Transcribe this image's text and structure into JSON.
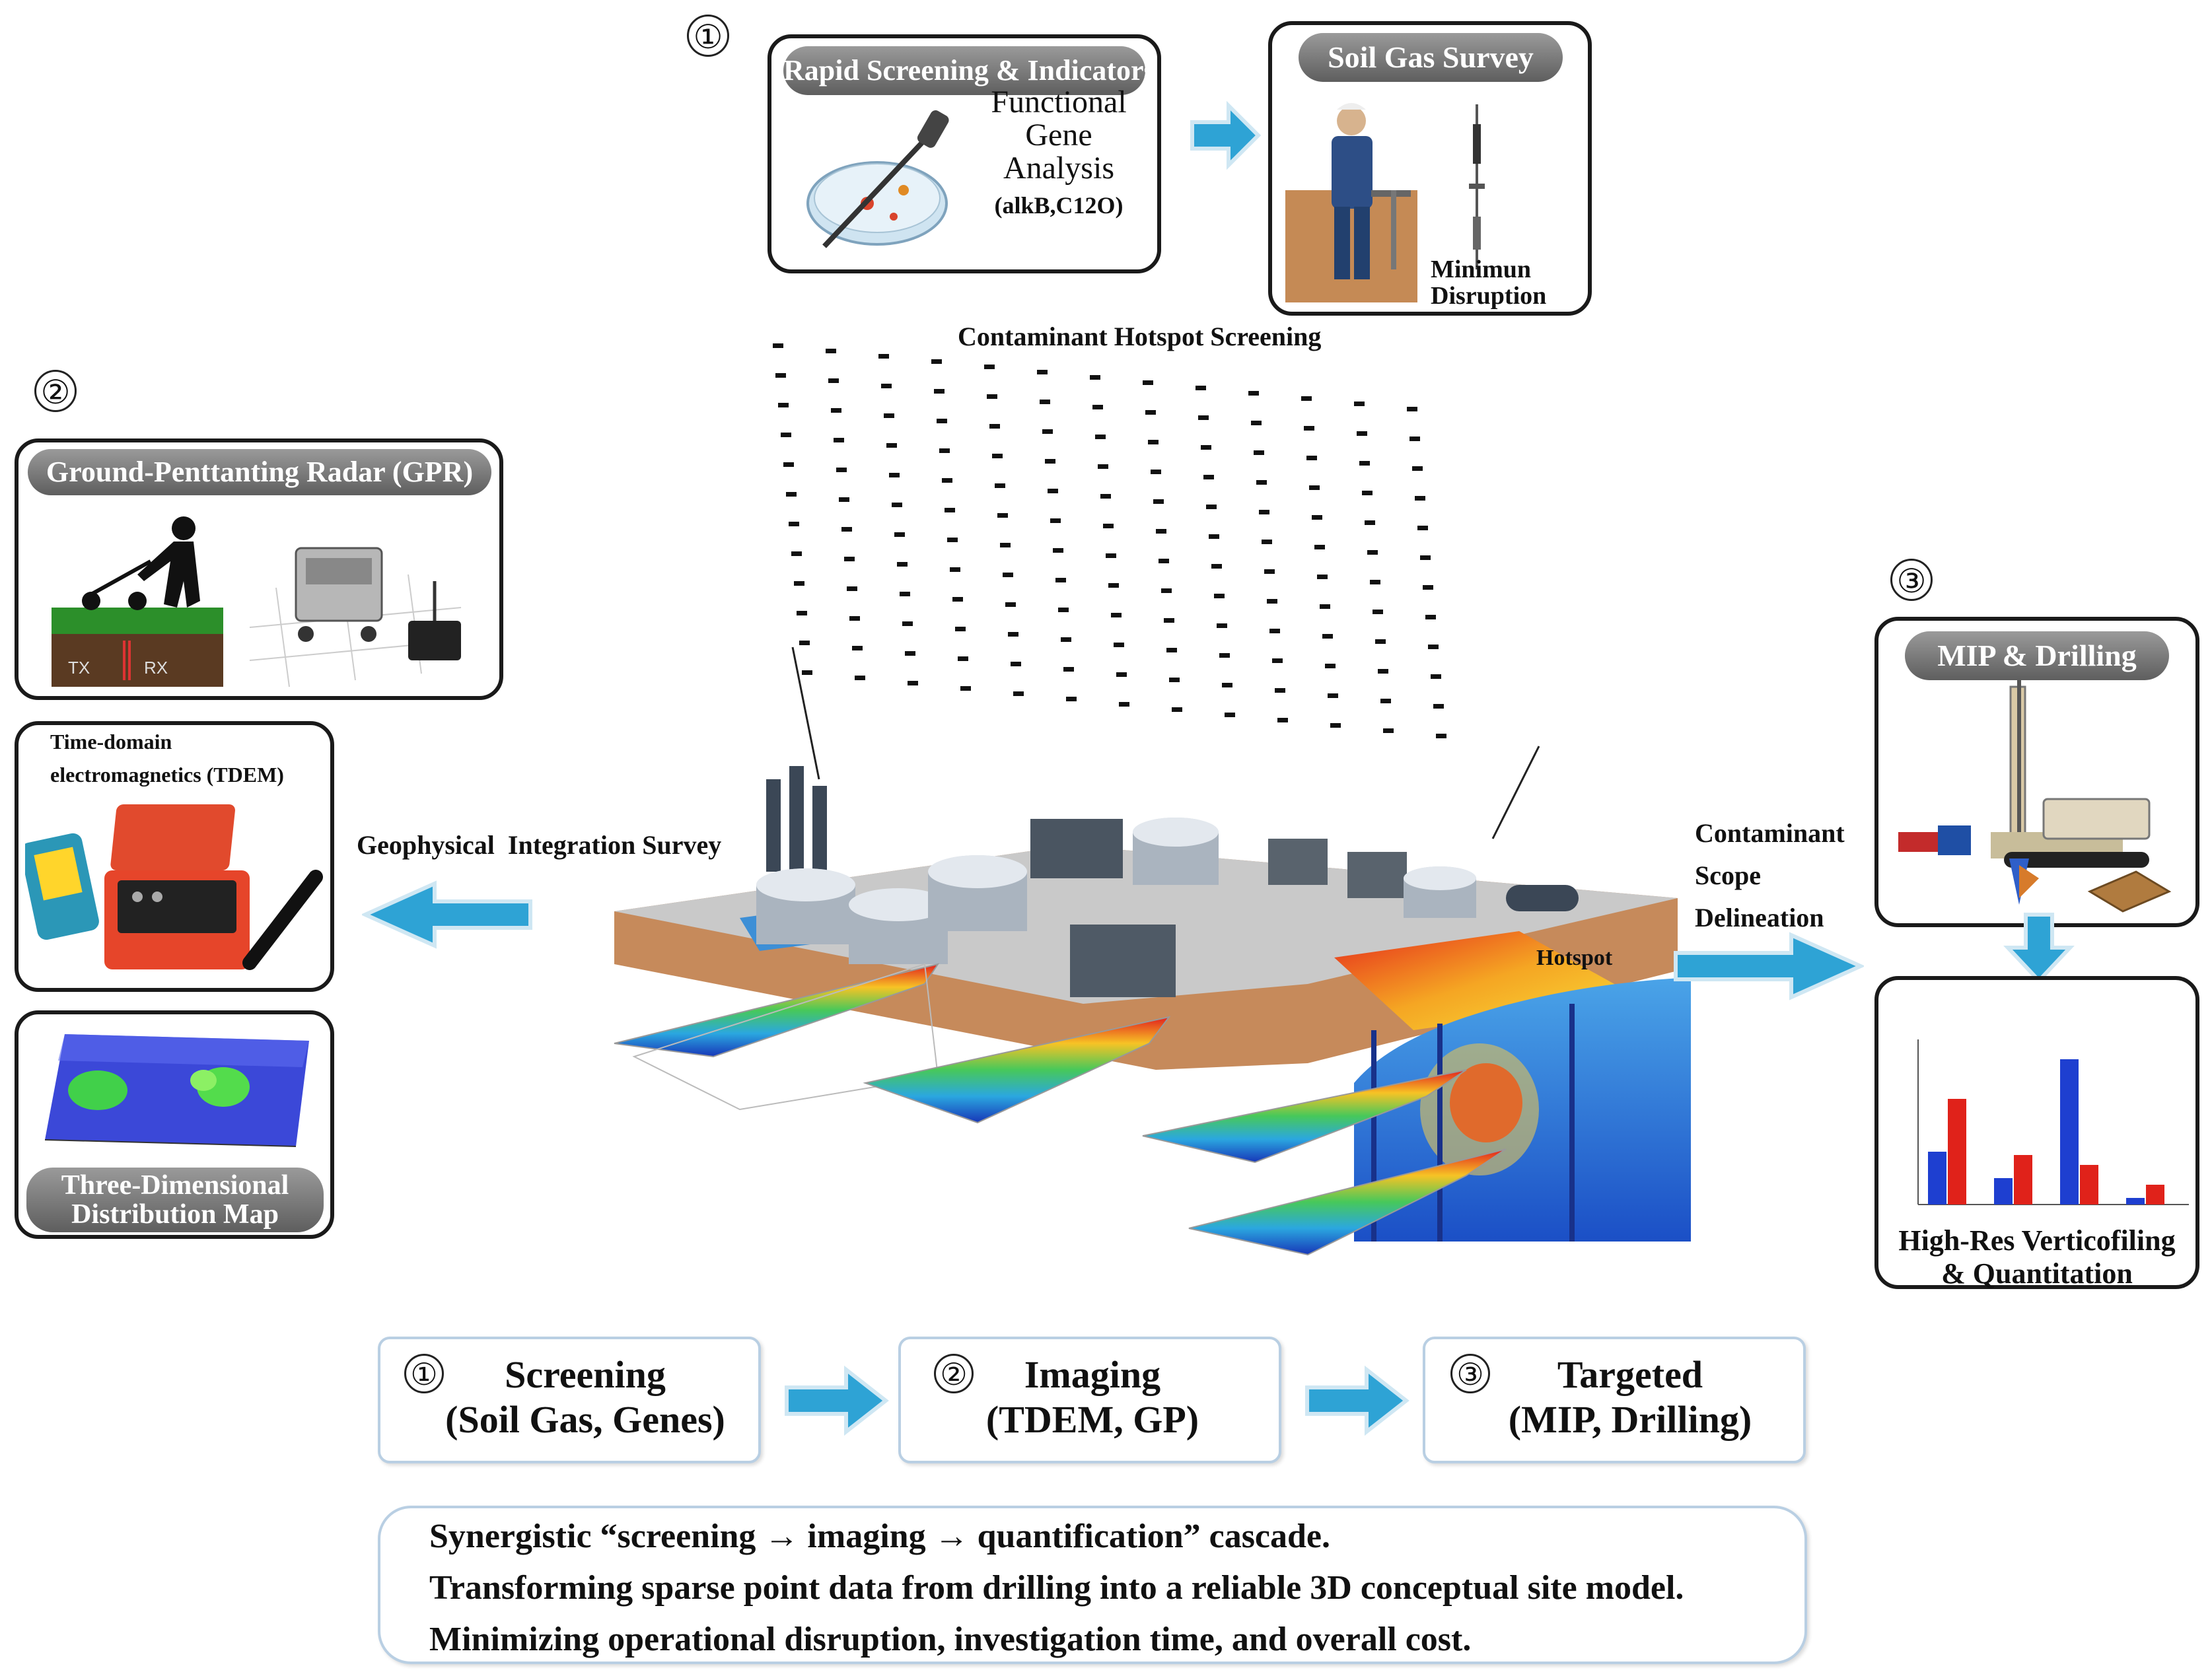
{
  "step_numbers": {
    "one": "①",
    "two": "②",
    "three": "③"
  },
  "rapid": {
    "title": "Rapid Screening & Indicators",
    "text_1": "Functional",
    "text_2": "Gene",
    "text_3": "Analysis",
    "genes": "(alkB,C12O)"
  },
  "soil_gas": {
    "title": "Soil Gas Survey",
    "caption_1": "Minimun",
    "caption_2": "Disruption"
  },
  "hotspot_screening": "Contaminant Hotspot Screening",
  "gpr": {
    "title": "Ground-Penttanting Radar (GPR)",
    "tx": "TX",
    "rx": "RX"
  },
  "tdem": {
    "title_1": "Time-domain",
    "title_2": "electromagnetics (TDEM)"
  },
  "distribution": {
    "title_1": "Three-Dimensional",
    "title_2": "Distribution Map"
  },
  "geophysical_label": "Geophysical  Integration Survey",
  "hotspot_label": "Hotspot",
  "delineation": {
    "line_1": "Contaminant",
    "line_2": "Scope",
    "line_3": "Delineation"
  },
  "mip": {
    "title": "MIP & Drilling"
  },
  "profiling": {
    "caption_1": "High-Res Verticofiling",
    "caption_2": "& Quantitation"
  },
  "steps": [
    {
      "num": "①",
      "title": "Screening",
      "sub": "(Soil Gas, Genes)"
    },
    {
      "num": "②",
      "title": "Imaging",
      "sub": "(TDEM, GP)"
    },
    {
      "num": "③",
      "title": "Targeted",
      "sub": "(MIP, Drilling)"
    }
  ],
  "summary": [
    "Synergistic “screening → imaging → quantification” cascade.",
    "Transforming sparse point data from drilling into a reliable 3D conceptual site model.",
    "Minimizing operational disruption, investigation time, and overall cost."
  ],
  "colors": {
    "arrow": "#2ea3d5",
    "pill": "#7a7a7a",
    "blue_bar": "#1e3fd0",
    "red_bar": "#e0221a"
  }
}
